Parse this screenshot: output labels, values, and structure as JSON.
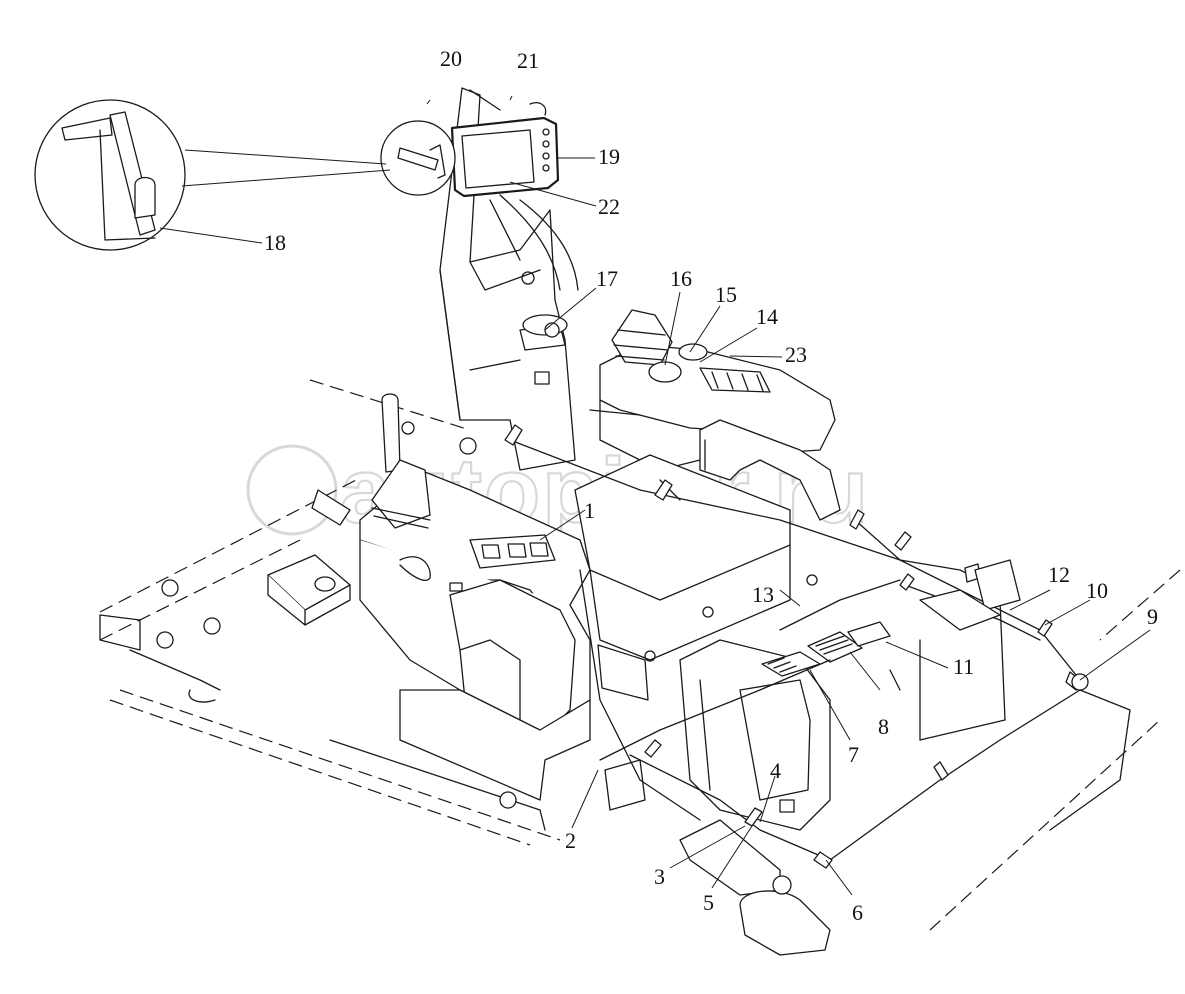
{
  "watermark": "autopiter.ru",
  "callouts": [
    {
      "id": "c1",
      "text": "1"
    },
    {
      "id": "c2",
      "text": "2"
    },
    {
      "id": "c3",
      "text": "3"
    },
    {
      "id": "c4",
      "text": "4"
    },
    {
      "id": "c5",
      "text": "5"
    },
    {
      "id": "c6",
      "text": "6"
    },
    {
      "id": "c7",
      "text": "7"
    },
    {
      "id": "c8",
      "text": "8"
    },
    {
      "id": "c9",
      "text": "9"
    },
    {
      "id": "c10",
      "text": "10"
    },
    {
      "id": "c11",
      "text": "11"
    },
    {
      "id": "c12",
      "text": "12"
    },
    {
      "id": "c13",
      "text": "13"
    },
    {
      "id": "c14",
      "text": "14"
    },
    {
      "id": "c15",
      "text": "15"
    },
    {
      "id": "c16",
      "text": "16"
    },
    {
      "id": "c17",
      "text": "17"
    },
    {
      "id": "c18",
      "text": "18"
    },
    {
      "id": "c19",
      "text": "19"
    },
    {
      "id": "c20",
      "text": "20"
    },
    {
      "id": "c21",
      "text": "21"
    },
    {
      "id": "c22",
      "text": "22"
    },
    {
      "id": "c23",
      "text": "23"
    }
  ]
}
